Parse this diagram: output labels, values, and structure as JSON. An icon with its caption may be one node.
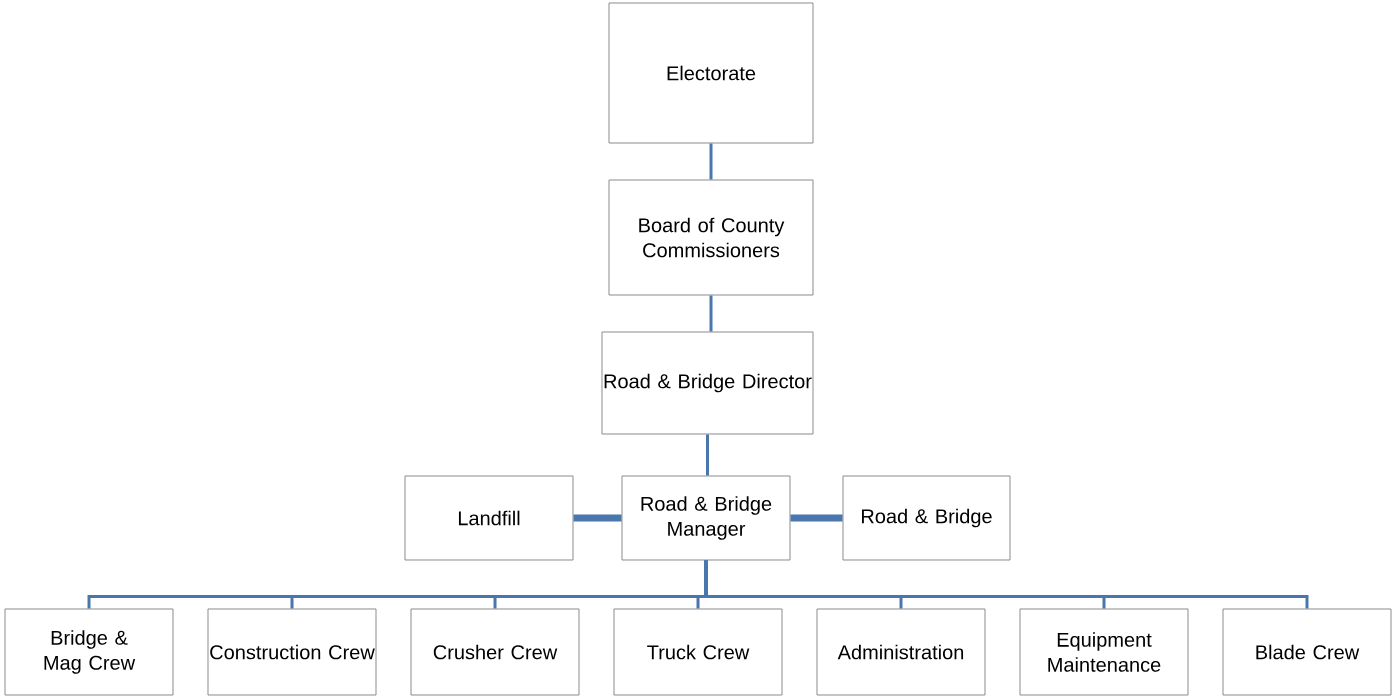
{
  "diagram": {
    "nodes": [
      {
        "text": [
          "Electorate"
        ]
      },
      {
        "text": [
          "Board of County Commissioners"
        ]
      },
      {
        "text": [
          "Road & Bridge Director"
        ]
      },
      {
        "text": [
          "Landfill"
        ]
      },
      {
        "text": [
          "Road & Bridge Manager"
        ]
      },
      {
        "text": [
          "Road & Bridge"
        ]
      },
      {
        "text": [
          "Bridge & Mag Crew"
        ]
      },
      {
        "text": [
          "Construction Crew"
        ]
      },
      {
        "text": [
          "Crusher Crew"
        ]
      },
      {
        "text": [
          "Truck Crew"
        ]
      },
      {
        "text": [
          "Administration"
        ]
      },
      {
        "text": [
          "Equipment Maintenance"
        ]
      },
      {
        "text": [
          "Blade Crew"
        ]
      }
    ],
    "edges": [
      {
        "from": 0,
        "to": 1,
        "arrow": "none"
      },
      {
        "from": 1,
        "to": 2,
        "arrow": "none"
      },
      {
        "from": 2,
        "to": 4,
        "arrow": "none"
      },
      {
        "from": 4,
        "to": 3,
        "arrow": "none",
        "style": "thick"
      },
      {
        "from": 4,
        "to": 5,
        "arrow": "none",
        "style": "thick"
      },
      {
        "from": 4,
        "to": 6,
        "arrow": "none"
      },
      {
        "from": 4,
        "to": 7,
        "arrow": "none"
      },
      {
        "from": 4,
        "to": 8,
        "arrow": "none"
      },
      {
        "from": 4,
        "to": 9,
        "arrow": "none"
      },
      {
        "from": 4,
        "to": 10,
        "arrow": "none"
      },
      {
        "from": 4,
        "to": 11,
        "arrow": "none"
      },
      {
        "from": 4,
        "to": 12,
        "arrow": "none"
      }
    ]
  }
}
